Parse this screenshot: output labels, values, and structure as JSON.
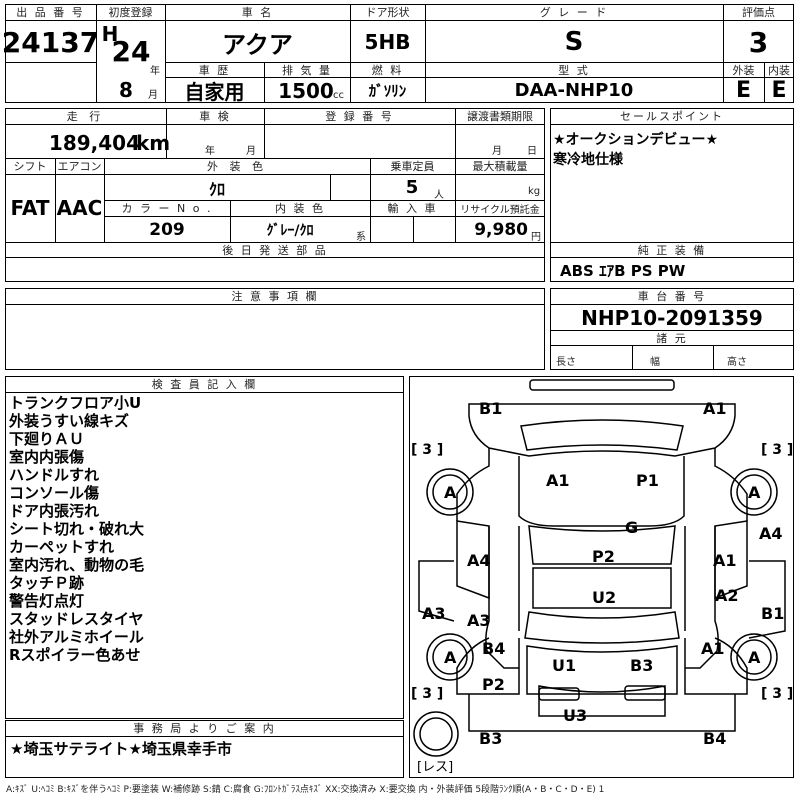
{
  "header": {
    "lot_no_label": "出 品 番 号",
    "lot_no": "24137",
    "reg_label": "初度登録",
    "reg_era": "H",
    "reg_year": "24",
    "year_unit": "年",
    "reg_month": "8",
    "month_unit": "月",
    "model_label": "車 名",
    "model": "アクア",
    "door_label": "ドア形状",
    "door": "5HB",
    "grade_label": "グ レ ー ド",
    "grade": "S",
    "score_label": "評価点",
    "score": "3",
    "history_label": "車 歴",
    "history": "自家用",
    "displacement_label": "排 気 量",
    "displacement": "1500",
    "displacement_unit": "cc",
    "fuel_label": "燃 料",
    "fuel": "ｶﾞｿﾘﾝ",
    "type_label": "型 式",
    "type": "DAA-NHP10",
    "exterior_label": "外装",
    "exterior": "E",
    "interior_label": "内装",
    "interior": "E"
  },
  "row2": {
    "mileage_label": "走 行",
    "mileage": "189,404",
    "mileage_unit": "km",
    "inspection_label": "車 検",
    "insp_year": "年",
    "insp_month": "月",
    "plate_label": "登 録 番 号",
    "transfer_label": "譲渡書類期限",
    "transfer_month": "月",
    "transfer_day": "日",
    "sales_label": "セールスポイント",
    "sales_points": [
      "★オークションデビュー★",
      "寒冷地仕様"
    ]
  },
  "row3": {
    "shift_label": "シフト",
    "shift": "FAT",
    "ac_label": "エアコン",
    "ac": "AAC",
    "color_label": "外 装 色",
    "color": "ｸﾛ",
    "capacity_label": "乗車定員",
    "capacity": "5",
    "capacity_unit": "人",
    "load_label": "最大積載量",
    "load_unit": "kg",
    "color_no_label": "カ ラ ー N o .",
    "color_no": "209",
    "interior_color_label": "内 装 色",
    "interior_color": "ｸﾞﾚｰ/ｸﾛ",
    "interior_color_unit": "系",
    "import_label": "輸 入 車",
    "recycle_label": "リサイクル預託金",
    "recycle": "9,980",
    "recycle_unit": "円",
    "later_label": "後 日 発 送 部 品",
    "equipment_label": "純 正 装 備",
    "equipment": "ABS ｴｱB PS PW"
  },
  "notes_label": "注 意 事 項 欄",
  "chassis": {
    "label": "車 台 番 号",
    "number": "NHP10-2091359",
    "dims_label": "諸 元",
    "length": "長さ",
    "width": "幅",
    "height": "高さ"
  },
  "inspector": {
    "label": "検 査 員 記 入 欄",
    "lines": [
      "トランクフロア小U",
      "外装うすい線キズ",
      "下廻りＡＵ",
      "室内内張傷",
      "ハンドルすれ",
      "コンソール傷",
      "ドア内張汚れ",
      "シート切れ・破れ大",
      "カーペットすれ",
      "室内汚れ、動物の毛",
      "タッチＰ跡",
      "警告灯点灯",
      "スタッドレスタイヤ",
      "社外アルミホイール",
      "Rスポイラー色あせ"
    ]
  },
  "office": {
    "label": "事 務 局 よ り ご 案 内",
    "text": "★埼玉サテライト★埼玉県幸手市"
  },
  "diagram": {
    "marks": {
      "b1_top": "B1",
      "a1_top": "A1",
      "tire_fl": "A",
      "tire_fr": "A",
      "tire_rl": "A",
      "tire_rr": "A",
      "bracket_fl": "[ 3 ]",
      "bracket_fr": "[ 3 ]",
      "bracket_rl": "[ 3 ]",
      "bracket_rr": "[ 3 ]",
      "hood_a1": "A1",
      "hood_p1": "P1",
      "glass_g": "G",
      "door_l1": "A4",
      "door_r1": "A1",
      "fender_r": "A4",
      "roof_p2": "P2",
      "roof_u2": "U2",
      "side_l_a3": "A3",
      "door_l2": "A3",
      "door_r2": "A2",
      "side_r_b1": "B1",
      "rear_l_b4": "B4",
      "rear_r_a1": "A1",
      "trunk_u1": "U1",
      "trunk_b3": "B3",
      "rear_l_p2": "P2",
      "bumper_u3": "U3",
      "b3_bottom": "B3",
      "b4_bottom": "B4",
      "spare": "[レス]"
    }
  },
  "legend": "A:ｷｽﾞ U:ﾍｺﾐ B:ｷｽﾞを伴うﾍｺﾐ P:要塗装 W:補修跡 S:錆 C:腐食 G:ﾌﾛﾝﾄｶﾞﾗｽ点ｷｽﾞ XX:交換済み X:要交換 内・外装評価 5段階ﾗﾝｸ順(A・B・C・D・E) 1"
}
